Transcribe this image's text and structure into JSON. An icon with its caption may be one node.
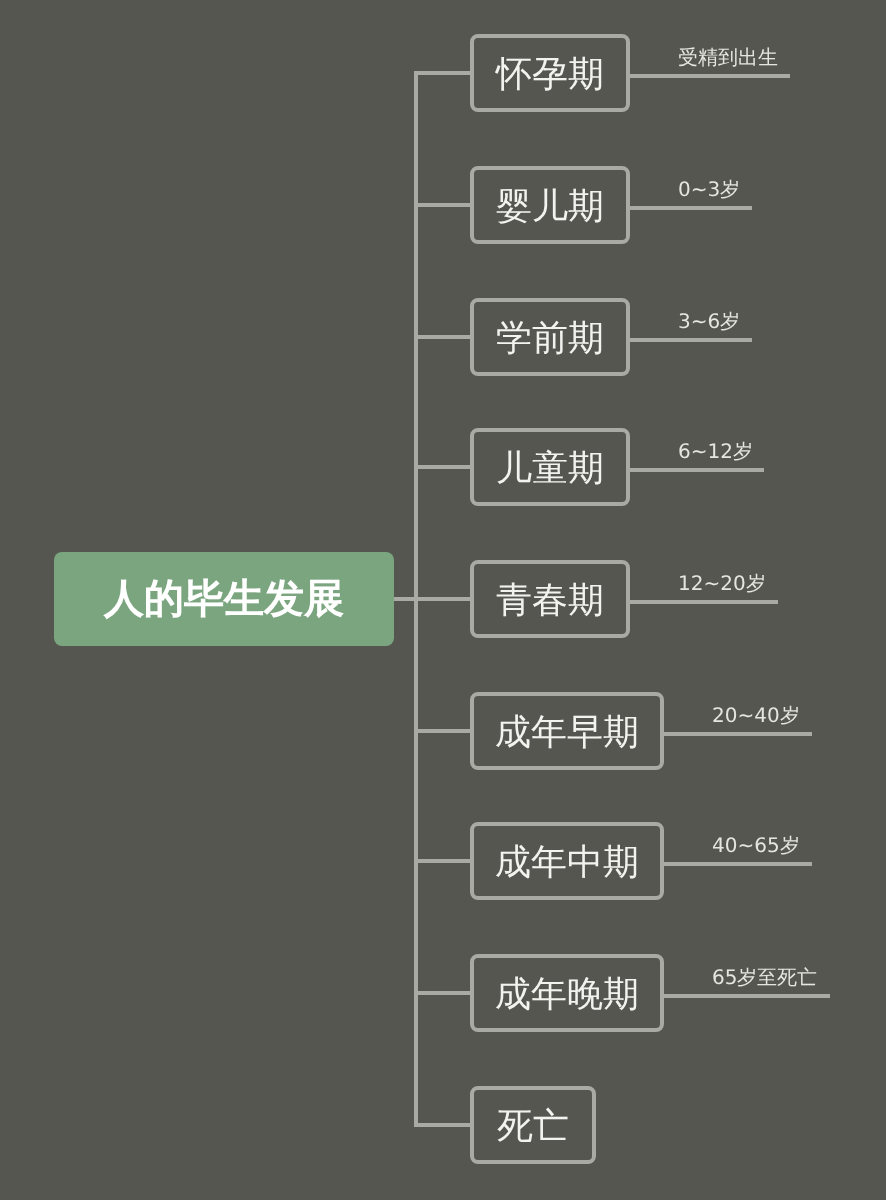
{
  "diagram": {
    "nodes": [
      {
        "text": [
          "人的毕生发展"
        ]
      },
      {
        "text": [
          "怀孕期"
        ],
        "beside": [
          "受精到出生"
        ]
      },
      {
        "text": [
          "婴儿期"
        ],
        "beside": [
          "0~3岁"
        ]
      },
      {
        "text": [
          "学前期"
        ],
        "beside": [
          "3~6岁"
        ]
      },
      {
        "text": [
          "儿童期"
        ],
        "beside": [
          "6~12岁"
        ]
      },
      {
        "text": [
          "青春期"
        ],
        "beside": [
          "12~20岁"
        ]
      },
      {
        "text": [
          "成年早期"
        ],
        "beside": [
          "20~40岁"
        ]
      },
      {
        "text": [
          "成年中期"
        ],
        "beside": [
          "40~65岁"
        ]
      },
      {
        "text": [
          "成年晚期"
        ],
        "beside": [
          "65岁至死亡"
        ]
      },
      {
        "text": [
          "死亡"
        ]
      }
    ],
    "edges": [
      {
        "from": 0,
        "to": 1,
        "arrow": "none"
      },
      {
        "from": 0,
        "to": 2,
        "arrow": "none"
      },
      {
        "from": 0,
        "to": 3,
        "arrow": "none"
      },
      {
        "from": 0,
        "to": 4,
        "arrow": "none"
      },
      {
        "from": 0,
        "to": 5,
        "arrow": "none"
      },
      {
        "from": 0,
        "to": 6,
        "arrow": "none"
      },
      {
        "from": 0,
        "to": 7,
        "arrow": "none"
      },
      {
        "from": 0,
        "to": 8,
        "arrow": "none"
      },
      {
        "from": 0,
        "to": 9,
        "arrow": "none"
      }
    ]
  }
}
